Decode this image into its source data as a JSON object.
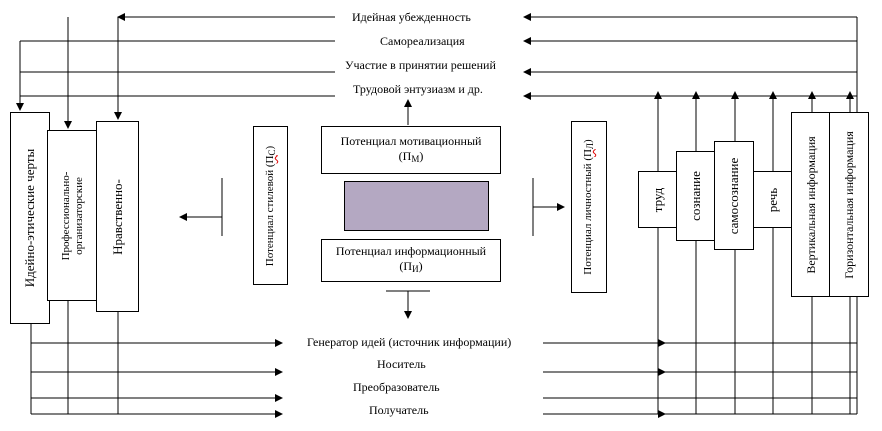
{
  "top_items": [
    "Идейная убежденность",
    "Самореализация",
    "Участие в принятии решений",
    "Трудовой энтузиазм и др."
  ],
  "bottom_items": [
    "Генератор идей (источник информации)",
    "Носитель",
    "Преобразователь",
    "Получатель"
  ],
  "left_columns": [
    "Идейно-этические черты",
    "Профессионально-\nорганизаторские",
    "Нравственно-"
  ],
  "style_potential": {
    "text": "Потенциал стилевой (",
    "sym": "П",
    "sub": "С",
    "close": ")"
  },
  "personal_potential": {
    "text": "Потенциал личностный (",
    "sym": "П",
    "sub": "Л",
    "close": ")"
  },
  "motivation_potential": {
    "line1": "Потенциал мотивационный",
    "sym": "П",
    "sub": "М"
  },
  "information_potential": {
    "line1": "Потенциал информационный",
    "sym": "П",
    "sub": "И"
  },
  "right_columns": [
    "труд",
    "сознание",
    "самосознание",
    "речь",
    "Вертикальная информация",
    "Горизонтальная информация"
  ],
  "colors": {
    "center_fill": "#b4a8c2",
    "stroke": "#000000"
  }
}
